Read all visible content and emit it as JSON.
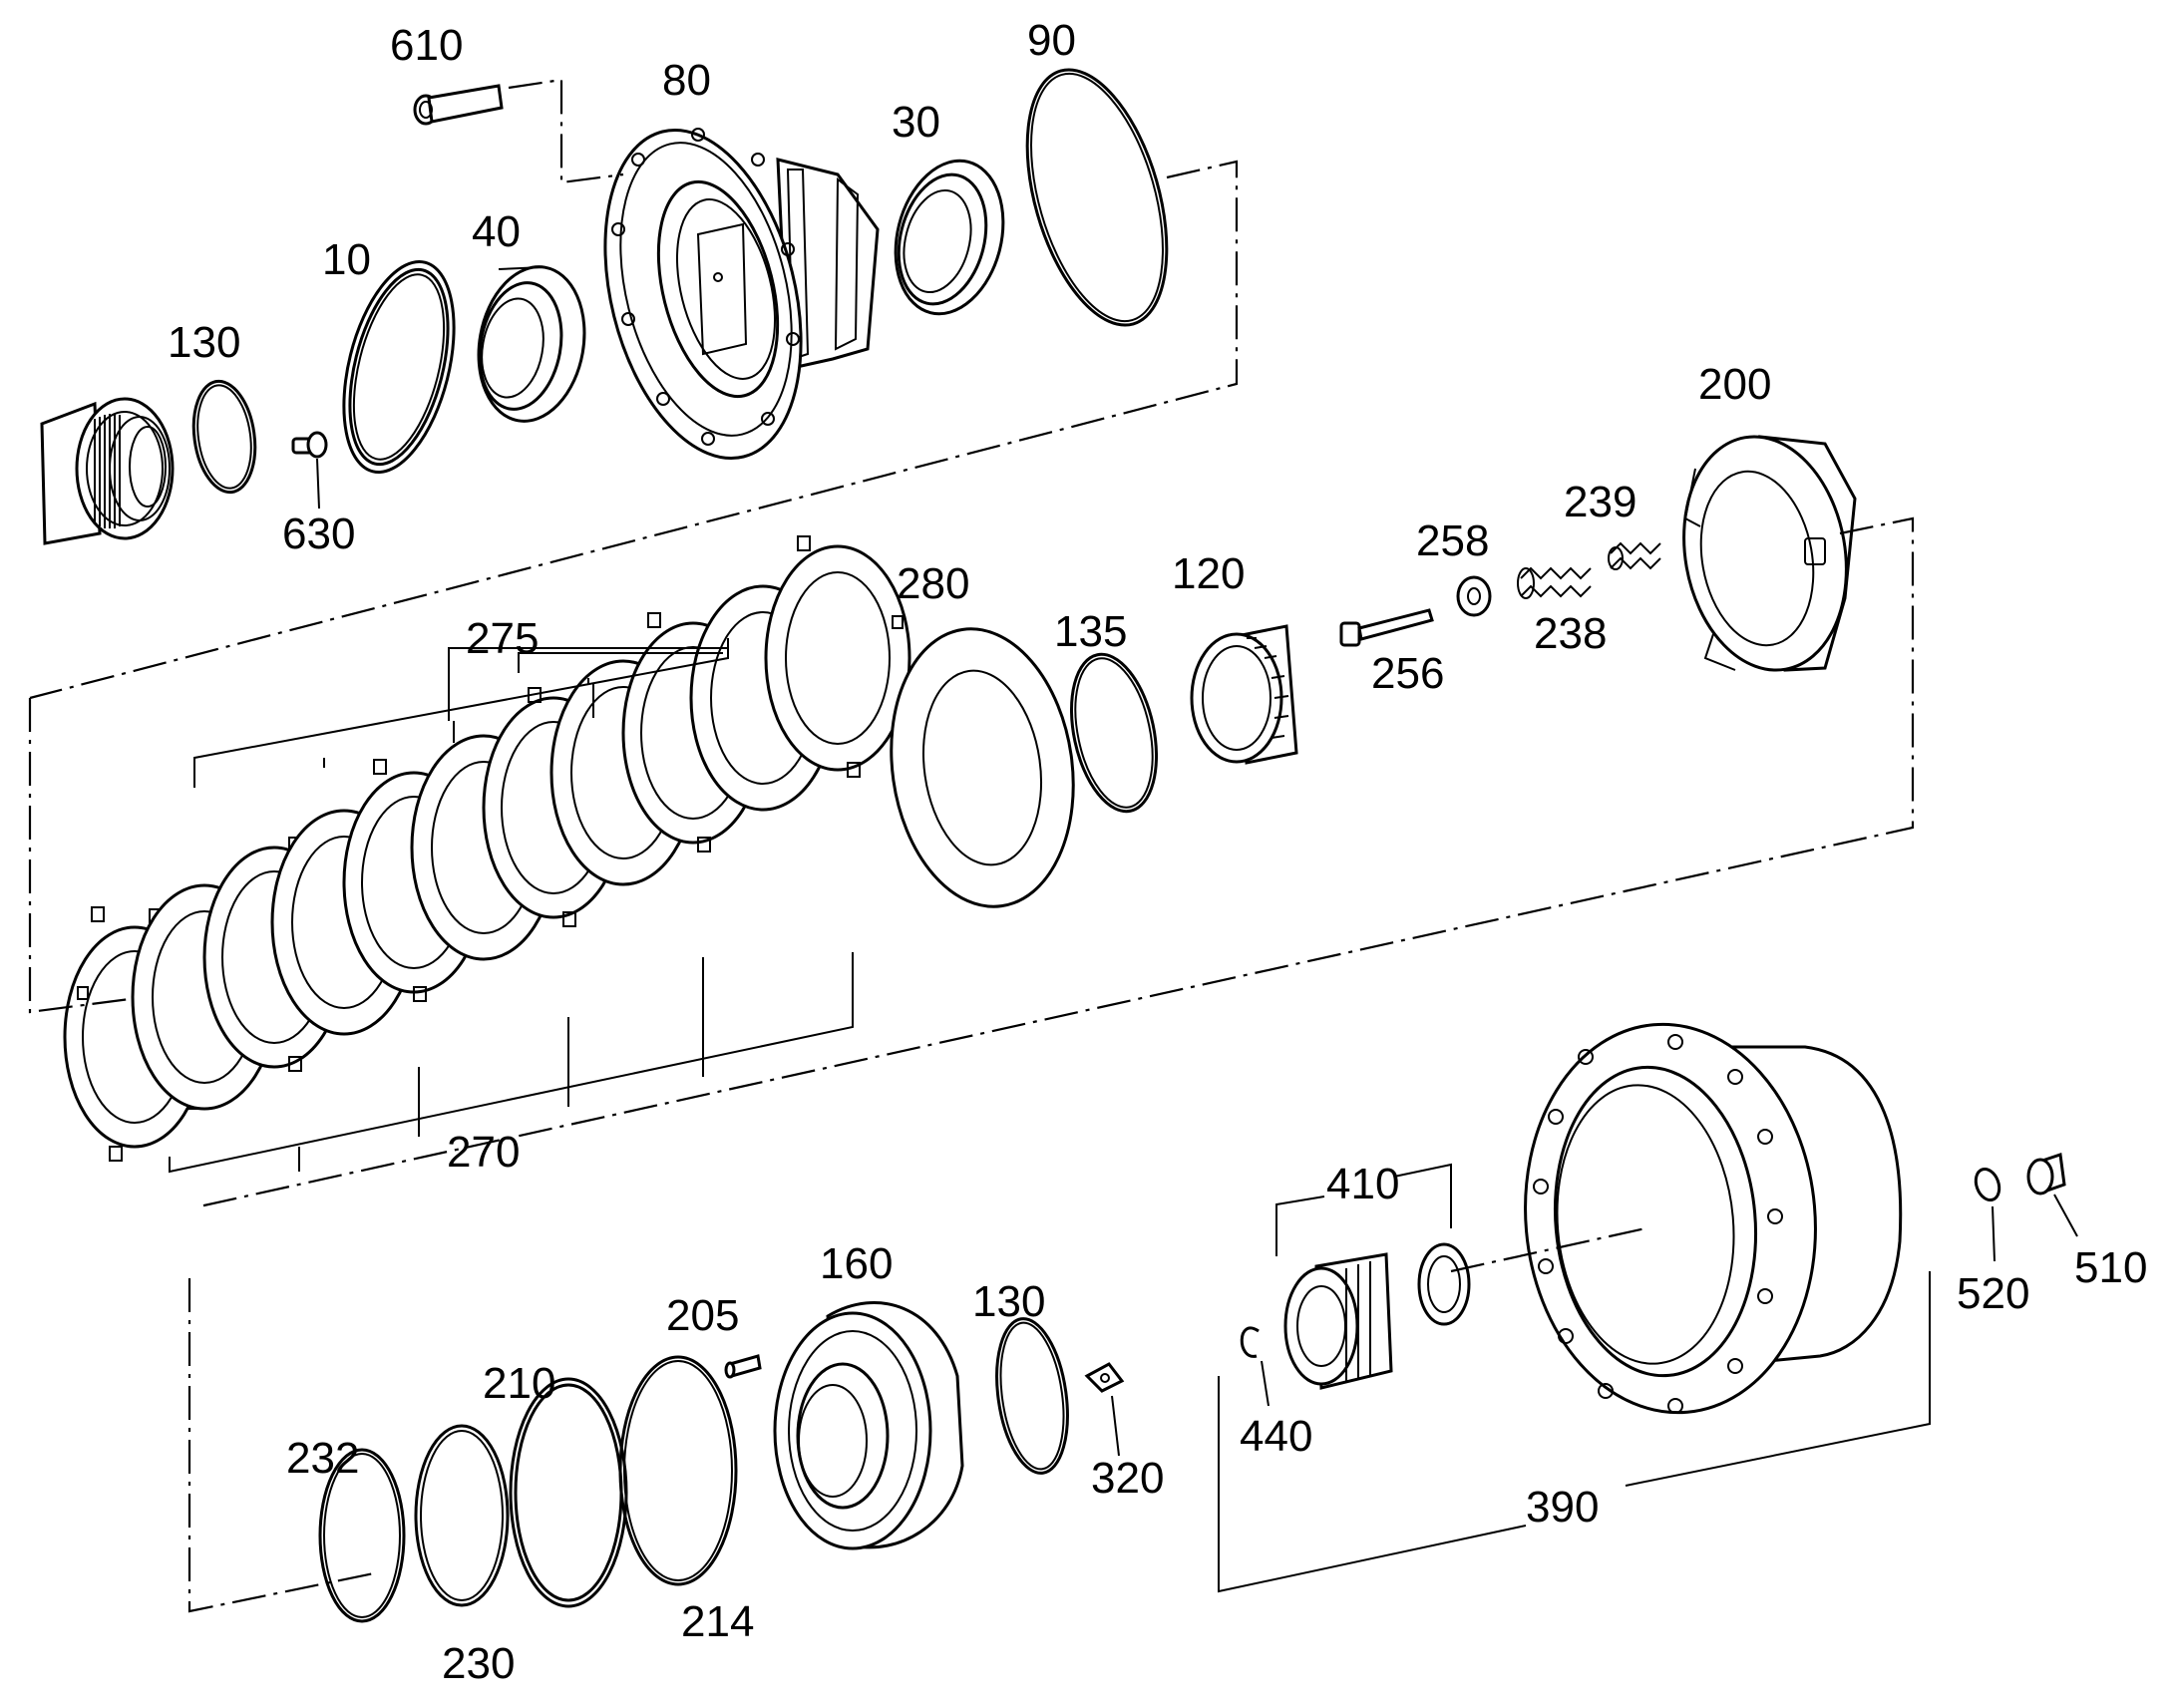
{
  "diagram": {
    "type": "exploded-parts-view",
    "labels": {
      "p610": "610",
      "p80": "80",
      "p30": "30",
      "p90": "90",
      "p10": "10",
      "p40": "40",
      "p130a": "130",
      "p630": "630",
      "p200": "200",
      "p258": "258",
      "p239": "239",
      "p238": "238",
      "p256": "256",
      "p120": "120",
      "p280": "280",
      "p135": "135",
      "p275": "275",
      "p270": "270",
      "p160": "160",
      "p205": "205",
      "p130b": "130",
      "p210": "210",
      "p232": "232",
      "p320": "320",
      "p214": "214",
      "p230": "230",
      "p410": "410",
      "p440": "440",
      "p390": "390",
      "p520": "520",
      "p510": "510"
    }
  }
}
